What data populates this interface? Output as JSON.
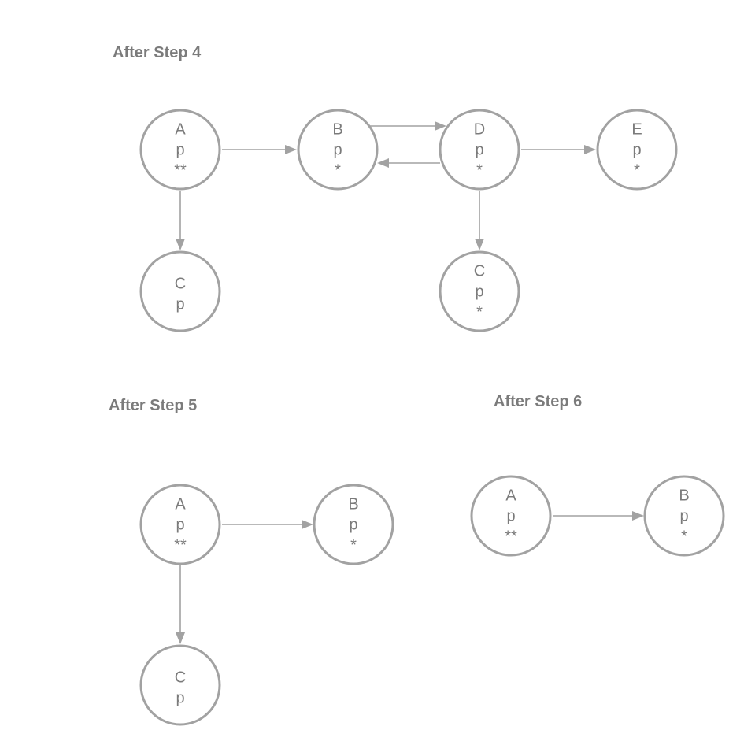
{
  "diagrams": [
    {
      "id": "step4",
      "title": "After Step 4",
      "nodes": [
        {
          "id": "A",
          "lines": [
            "A",
            "p",
            "**"
          ]
        },
        {
          "id": "B",
          "lines": [
            "B",
            "p",
            "*"
          ]
        },
        {
          "id": "D",
          "lines": [
            "D",
            "p",
            "*"
          ]
        },
        {
          "id": "E",
          "lines": [
            "E",
            "p",
            "*"
          ]
        },
        {
          "id": "C1",
          "lines": [
            "C",
            "p"
          ]
        },
        {
          "id": "C2",
          "lines": [
            "C",
            "p",
            "*"
          ]
        }
      ],
      "edges": [
        {
          "from": "A",
          "to": "B"
        },
        {
          "from": "B",
          "to": "D"
        },
        {
          "from": "D",
          "to": "B"
        },
        {
          "from": "D",
          "to": "E"
        },
        {
          "from": "A",
          "to": "C1"
        },
        {
          "from": "D",
          "to": "C2"
        }
      ]
    },
    {
      "id": "step5",
      "title": "After Step 5",
      "nodes": [
        {
          "id": "A",
          "lines": [
            "A",
            "p",
            "**"
          ]
        },
        {
          "id": "B",
          "lines": [
            "B",
            "p",
            "*"
          ]
        },
        {
          "id": "C",
          "lines": [
            "C",
            "p"
          ]
        }
      ],
      "edges": [
        {
          "from": "A",
          "to": "B"
        },
        {
          "from": "A",
          "to": "C"
        }
      ]
    },
    {
      "id": "step6",
      "title": "After Step 6",
      "nodes": [
        {
          "id": "A",
          "lines": [
            "A",
            "p",
            "**"
          ]
        },
        {
          "id": "B",
          "lines": [
            "B",
            "p",
            "*"
          ]
        }
      ],
      "edges": [
        {
          "from": "A",
          "to": "B"
        }
      ]
    }
  ]
}
